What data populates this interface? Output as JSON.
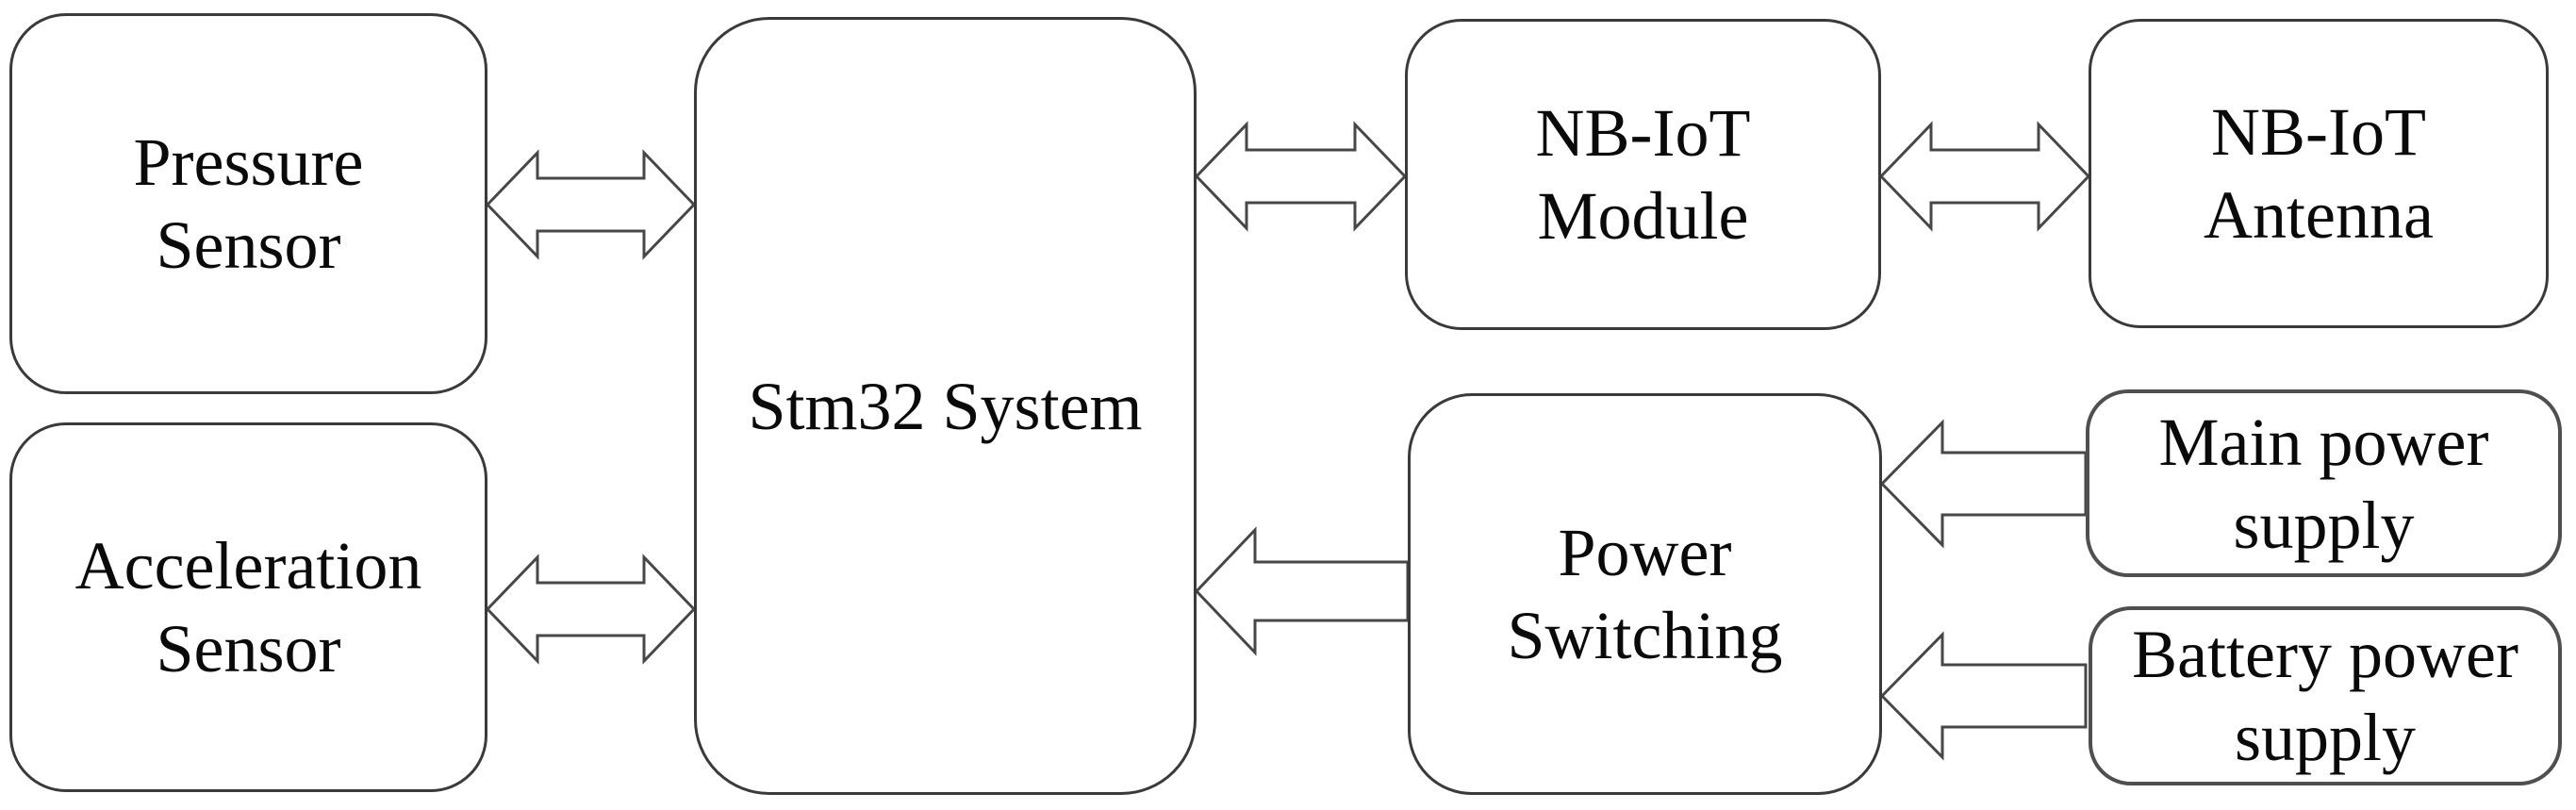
{
  "diagram": {
    "nodes": [
      {
        "id": "pressure-sensor",
        "lines": [
          "Pressure",
          "Sensor"
        ]
      },
      {
        "id": "acceleration-sensor",
        "lines": [
          "Acceleration",
          "Sensor"
        ]
      },
      {
        "id": "stm32-system",
        "lines": [
          "Stm32 System"
        ]
      },
      {
        "id": "nbiot-module",
        "lines": [
          "NB-IoT",
          "Module"
        ]
      },
      {
        "id": "nbiot-antenna",
        "lines": [
          "NB-IoT",
          "Antenna"
        ]
      },
      {
        "id": "power-switching",
        "lines": [
          "Power",
          "Switching"
        ]
      },
      {
        "id": "main-power-supply",
        "lines": [
          "Main power",
          "supply"
        ]
      },
      {
        "id": "battery-power-supply",
        "lines": [
          "Battery power",
          "supply"
        ]
      }
    ],
    "connections": [
      {
        "from": "pressure-sensor",
        "to": "stm32-system",
        "type": "bidirectional"
      },
      {
        "from": "acceleration-sensor",
        "to": "stm32-system",
        "type": "bidirectional"
      },
      {
        "from": "stm32-system",
        "to": "nbiot-module",
        "type": "bidirectional"
      },
      {
        "from": "nbiot-module",
        "to": "nbiot-antenna",
        "type": "bidirectional"
      },
      {
        "from": "power-switching",
        "to": "stm32-system",
        "type": "unidirectional"
      },
      {
        "from": "main-power-supply",
        "to": "power-switching",
        "type": "unidirectional"
      },
      {
        "from": "battery-power-supply",
        "to": "power-switching",
        "type": "unidirectional"
      }
    ],
    "colors": {
      "background": "#ffffff",
      "box_fill": "#ffffff",
      "box_border": "#3a3a3a",
      "arrow_fill": "#ffffff",
      "arrow_outline": "#474747",
      "text": "#0a0a0a"
    }
  }
}
